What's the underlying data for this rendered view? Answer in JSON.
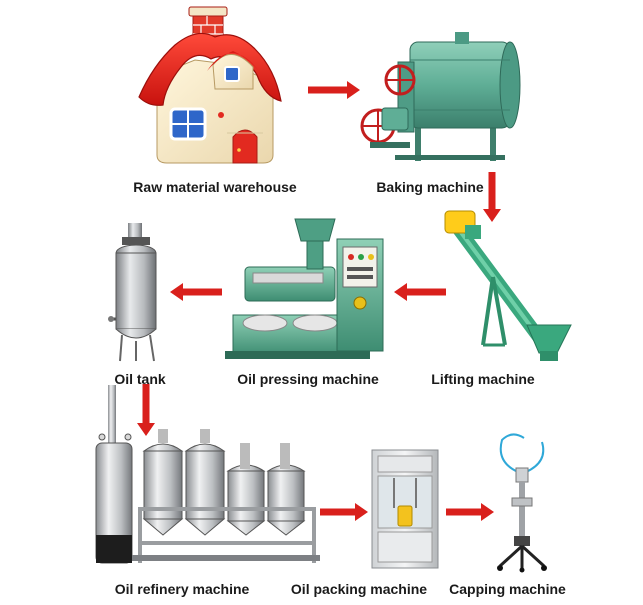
{
  "diagram": {
    "accent_arrow": "#d9201c",
    "nodes": [
      {
        "id": "warehouse",
        "label": "Raw material warehouse",
        "icon": "house-icon"
      },
      {
        "id": "baking",
        "label": "Baking machine",
        "icon": "roaster-icon"
      },
      {
        "id": "lifting",
        "label": "Lifting machine",
        "icon": "screw-conveyor-icon"
      },
      {
        "id": "pressing",
        "label": "Oil pressing machine",
        "icon": "oil-press-icon"
      },
      {
        "id": "tank",
        "label": "Oil tank",
        "icon": "filter-tank-icon"
      },
      {
        "id": "refinery",
        "label": "Oil refinery machine",
        "icon": "refinery-icon"
      },
      {
        "id": "packing",
        "label": "Oil packing machine",
        "icon": "filling-cabinet-icon"
      },
      {
        "id": "capping",
        "label": "Capping machine",
        "icon": "capping-stand-icon"
      }
    ],
    "flow": [
      [
        "warehouse",
        "baking"
      ],
      [
        "baking",
        "lifting"
      ],
      [
        "lifting",
        "pressing"
      ],
      [
        "pressing",
        "tank"
      ],
      [
        "tank",
        "refinery"
      ],
      [
        "refinery",
        "packing"
      ],
      [
        "packing",
        "capping"
      ]
    ]
  }
}
